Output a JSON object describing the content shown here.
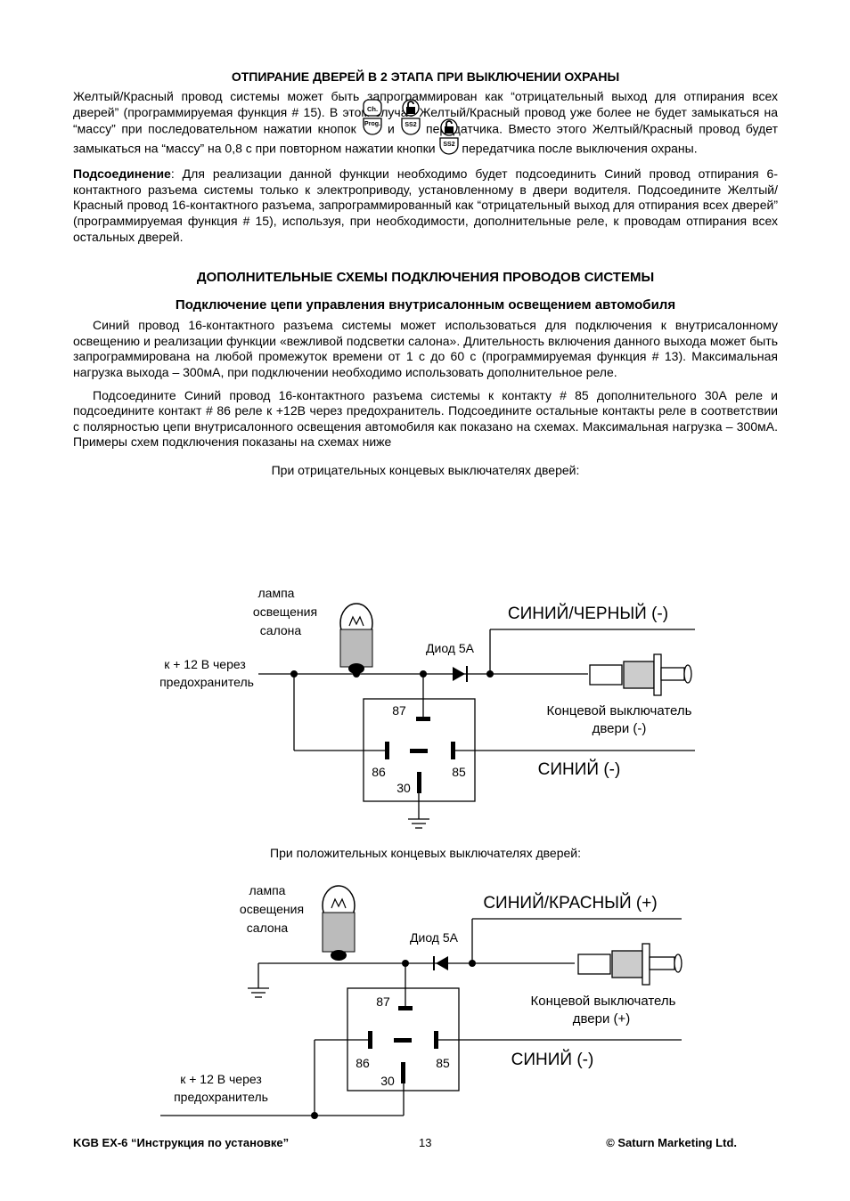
{
  "section1": {
    "title": "ОТПИРАНИЕ ДВЕРЕЙ В 2 ЭТАПА ПРИ ВЫКЛЮЧЕНИИ ОХРАНЫ",
    "para1_a": "Желтый/Красный провод системы может быть запрограммирован как “отрицательный выход для отпирания всех дверей” (программируемая функция # 15). В этом случае Желтый/Красный провод уже более не будет замыкаться на “массу” при последовательном нажатии кнопок",
    "para1_and": "и",
    "para1_b": "передатчика. Вместо этого Желтый/Красный провод будет замыкаться на “массу” на 0,8 с при повторном нажатии кнопки",
    "para1_c": "передатчика после выключения охраны.",
    "para2_bold": "Подсоединение",
    "para2": ": Для реализации данной функции необходимо будет подсоединить Синий провод отпирания 6-контактного разъема системы только к электроприводу, установленному в двери водителя. Подсоедините Желтый/Красный провод 16-контактного разъема, запрограммированный как “отрицательный выход для отпирания всех дверей” (программируемая функция # 15), используя, при необходимости, дополнительные реле, к проводам отпирания всех остальных дверей."
  },
  "buttons": {
    "btn_prog_top": "Ch.",
    "btn_prog_bottom": "Prog.",
    "btn_ss2": "SS2"
  },
  "section2": {
    "title": "ДОПОЛНИТЕЛЬНЫЕ СХЕМЫ ПОДКЛЮЧЕНИЯ ПРОВОДОВ СИСТЕМЫ",
    "subtitle": "Подключение цепи управления внутрисалонным освещением автомобиля",
    "para1": "Синий провод 16-контактного разъема системы может использоваться для подключения к внутрисалонному освещению и реализации функции «вежливой подсветки салона». Длительность включения данного выхода может быть запрограммирована на любой промежуток времени от 1 с до 60 с (программируемая функция # 13). Максимальная нагрузка выхода – 300мА, при подключении необходимо использовать дополнительное реле.",
    "para2": "Подсоедините Синий провод 16-контактного разъема системы к контакту  # 85 дополнительного 30А реле и подсоедините контакт # 86 реле к +12В через предохранитель. Подсоедините остальные контакты реле в соответствии с полярностью цепи внутрисалонного освещения автомобиля как показано на схемах. Максимальная нагрузка – 300мА. Примеры схем подключения показаны на схемах ниже"
  },
  "diagram1": {
    "caption": "При отрицательных концевых выключателях дверей:",
    "lamp_line1": "лампа",
    "lamp_line2": "освещения",
    "lamp_line3": "салона",
    "power_line1": "к + 12 В через",
    "power_line2": "предохранитель",
    "diode": "Диод 5А",
    "wire_top": "СИНИЙ/ЧЕРНЫЙ (-)",
    "switch_line1": "Концевой выключатель",
    "switch_line2": "двери (-)",
    "wire_bottom": "СИНИЙ (-)",
    "pin87": "87",
    "pin86": "86",
    "pin85": "85",
    "pin30": "30"
  },
  "diagram2": {
    "caption": "При положительных концевых выключателях дверей:",
    "lamp_line1": "лампа",
    "lamp_line2": "освещения",
    "lamp_line3": "салона",
    "diode": "Диод 5А",
    "wire_top": "СИНИЙ/КРАСНЫЙ (+)",
    "switch_line1": "Концевой выключатель",
    "switch_line2": "двери (+)",
    "wire_bottom": "СИНИЙ (-)",
    "power_line1": "к + 12 В через",
    "power_line2": "предохранитель",
    "pin87": "87",
    "pin86": "86",
    "pin85": "85",
    "pin30": "30"
  },
  "footer": {
    "left": "KGB EX-6 “Инструкция по установке”",
    "page": "13",
    "right": "© Saturn Marketing Ltd."
  }
}
